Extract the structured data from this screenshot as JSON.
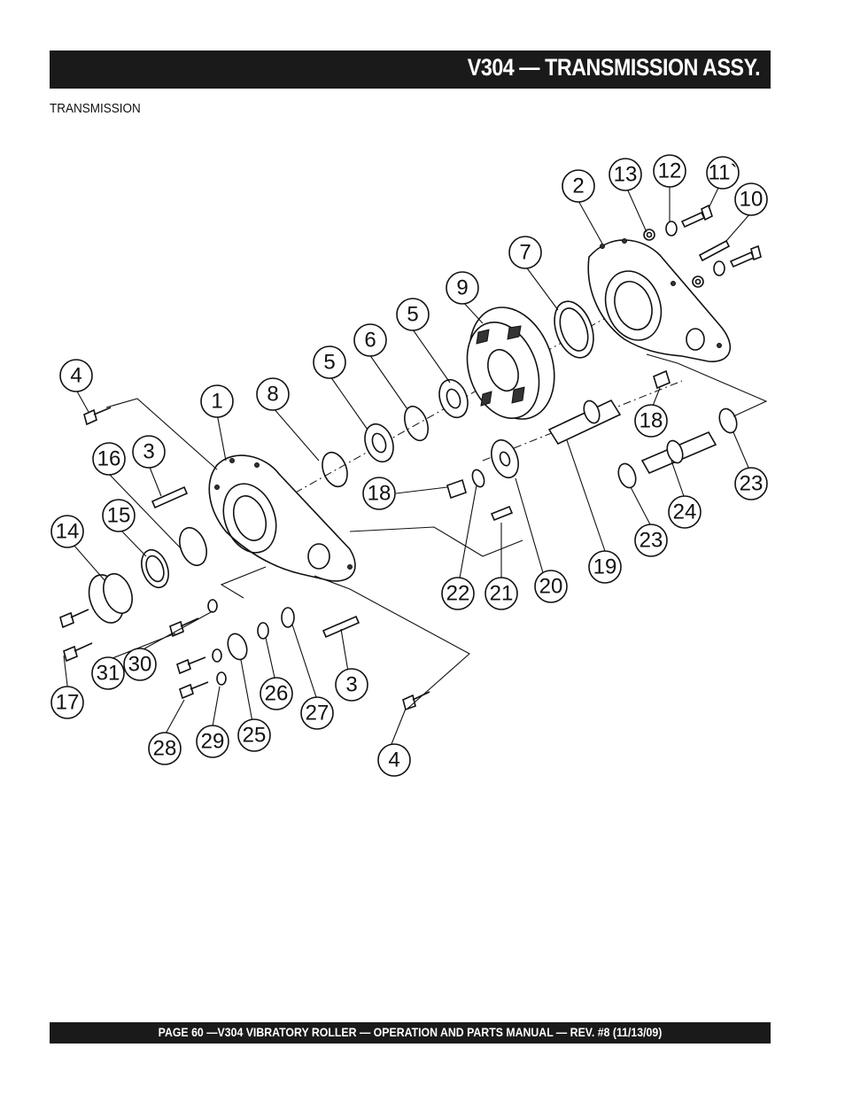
{
  "header": {
    "title": "V304 — TRANSMISSION ASSY."
  },
  "section": {
    "label": "TRANSMISSION"
  },
  "callouts": [
    {
      "id": "c-1",
      "label": "1"
    },
    {
      "id": "c-2",
      "label": "2"
    },
    {
      "id": "c-3a",
      "label": "3"
    },
    {
      "id": "c-3b",
      "label": "3"
    },
    {
      "id": "c-4a",
      "label": "4"
    },
    {
      "id": "c-4b",
      "label": "4"
    },
    {
      "id": "c-5a",
      "label": "5"
    },
    {
      "id": "c-5b",
      "label": "5"
    },
    {
      "id": "c-6",
      "label": "6"
    },
    {
      "id": "c-7",
      "label": "7"
    },
    {
      "id": "c-8",
      "label": "8"
    },
    {
      "id": "c-9",
      "label": "9"
    },
    {
      "id": "c-10",
      "label": "10"
    },
    {
      "id": "c-11",
      "label": "11`"
    },
    {
      "id": "c-12",
      "label": "12"
    },
    {
      "id": "c-13",
      "label": "13"
    },
    {
      "id": "c-14",
      "label": "14"
    },
    {
      "id": "c-15",
      "label": "15"
    },
    {
      "id": "c-16",
      "label": "16"
    },
    {
      "id": "c-17",
      "label": "17"
    },
    {
      "id": "c-18a",
      "label": "18"
    },
    {
      "id": "c-18b",
      "label": "18"
    },
    {
      "id": "c-19",
      "label": "19"
    },
    {
      "id": "c-20",
      "label": "20"
    },
    {
      "id": "c-21",
      "label": "21"
    },
    {
      "id": "c-22",
      "label": "22"
    },
    {
      "id": "c-23a",
      "label": "23"
    },
    {
      "id": "c-23b",
      "label": "23"
    },
    {
      "id": "c-24",
      "label": "24"
    },
    {
      "id": "c-25",
      "label": "25"
    },
    {
      "id": "c-26",
      "label": "26"
    },
    {
      "id": "c-27",
      "label": "27"
    },
    {
      "id": "c-28",
      "label": "28"
    },
    {
      "id": "c-29",
      "label": "29"
    },
    {
      "id": "c-30",
      "label": "30"
    },
    {
      "id": "c-31",
      "label": "31"
    }
  ],
  "footer": {
    "text": "PAGE 60 —V304  VIBRATORY ROLLER  — OPERATION AND PARTS MANUAL — REV. #8 (11/13/09)"
  }
}
